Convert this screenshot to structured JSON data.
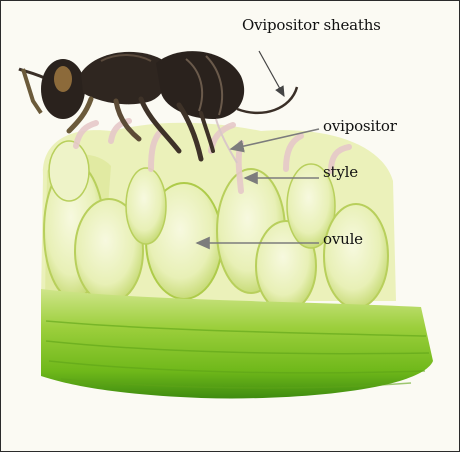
{
  "labels": {
    "sheaths": "Ovipositor sheaths",
    "ovipositor": "ovipositor",
    "style": "style",
    "ovule": "ovule"
  },
  "colors": {
    "fruit_base": "#7fc01e",
    "ovule_fill": "#eef3c8",
    "insect_body": "#2a221d",
    "arrow": "#7c7c7c"
  }
}
